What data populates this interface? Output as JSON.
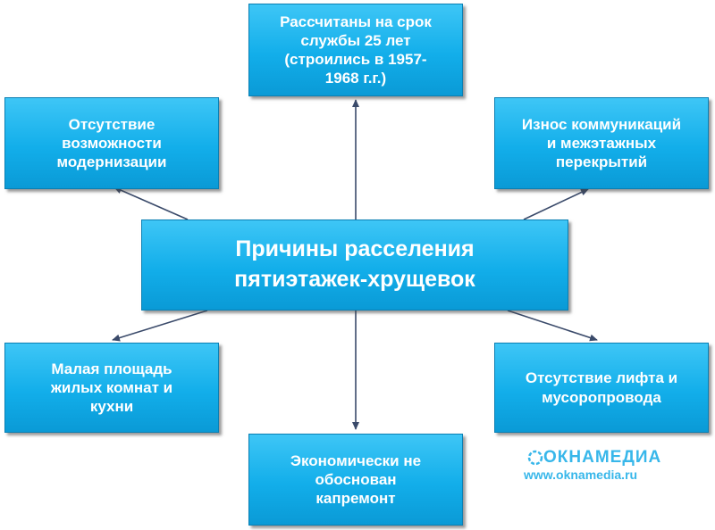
{
  "center": {
    "text": "Причины расселения\nпятиэтажек-хрущевок"
  },
  "nodes": {
    "top": "Рассчитаны на срок\nслужбы 25 лет\n(строились в 1957-\n1968 г.г.)",
    "top_left": "Отсутствие\nвозможности\nмодернизации",
    "top_right": "Износ коммуникаций\nи межэтажных\nперекрытий",
    "bottom_left": "Малая площадь\nжилых комнат и\nкухни",
    "bottom": "Экономически не\nобоснован\nкапремонт",
    "bottom_right": "Отсутствие лифта и\nмусоропровода"
  },
  "logo": {
    "name": "ОКНАМЕДИА",
    "url": "www.oknamedia.ru"
  },
  "colors": {
    "box": "#12aeea",
    "arrow": "#3a4a6a",
    "logo": "#38b7ea"
  }
}
